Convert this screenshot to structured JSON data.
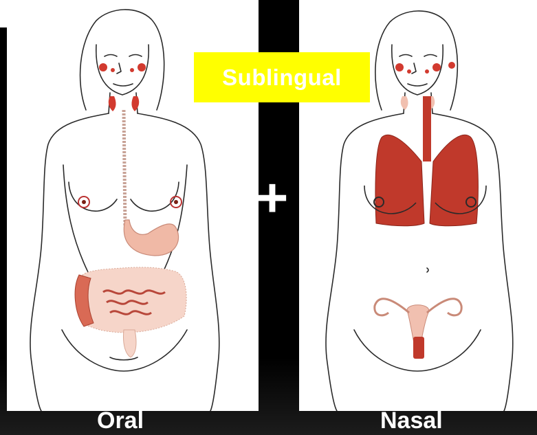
{
  "figure": {
    "sublingual_label": "Sublingual",
    "plus_sign": "+",
    "routes": [
      {
        "label": "Oral"
      },
      {
        "label": "Nasal"
      }
    ]
  },
  "colors": {
    "background": "#000000",
    "sublingual_box": "#ffff00",
    "organ_dark_red": "#c0392b",
    "organ_light_pink": "#f1c0b0",
    "organ_salmon": "#e8927a",
    "text": "#ffffff"
  }
}
